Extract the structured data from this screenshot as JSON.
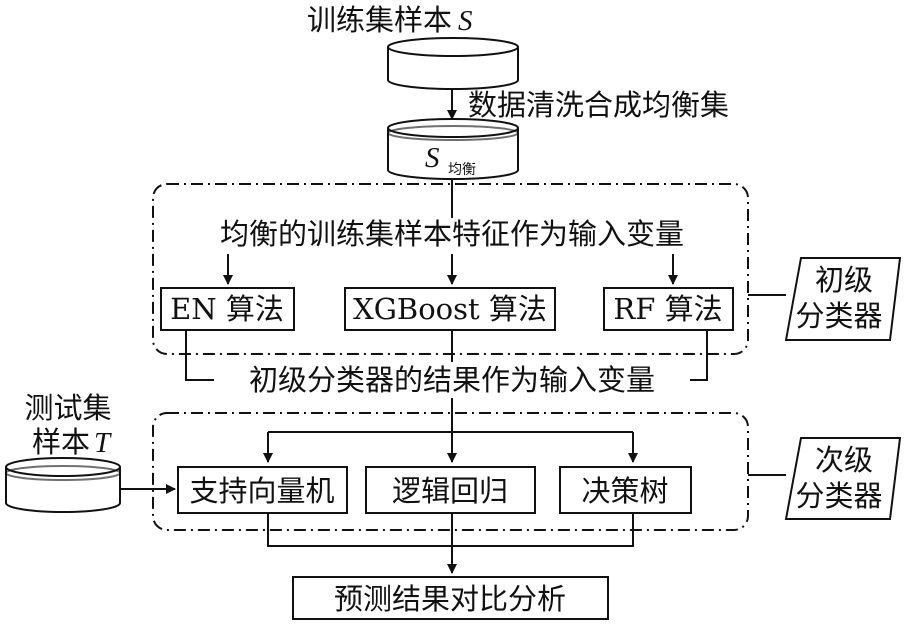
{
  "training_set": {
    "label": "训练集样本",
    "symbol": "S"
  },
  "cleaning_step": "数据清洗合成均衡集",
  "balanced_set": {
    "symbol": "S",
    "subscript": "均衡"
  },
  "primary_stage": {
    "input_label": "均衡的训练集样本特征作为输入变量",
    "algorithms": [
      "EN 算法",
      "XGBoost 算法",
      "RF 算法"
    ],
    "tag_lines": [
      "初级",
      "分类器"
    ]
  },
  "intermediate_label": "初级分类器的结果作为输入变量",
  "test_set": {
    "label_line1": "测试集",
    "label_line2": "样本",
    "symbol": "T"
  },
  "secondary_stage": {
    "models": [
      "支持向量机",
      "逻辑回归",
      "决策树"
    ],
    "tag_lines": [
      "次级",
      "分类器"
    ]
  },
  "output": "预测结果对比分析"
}
